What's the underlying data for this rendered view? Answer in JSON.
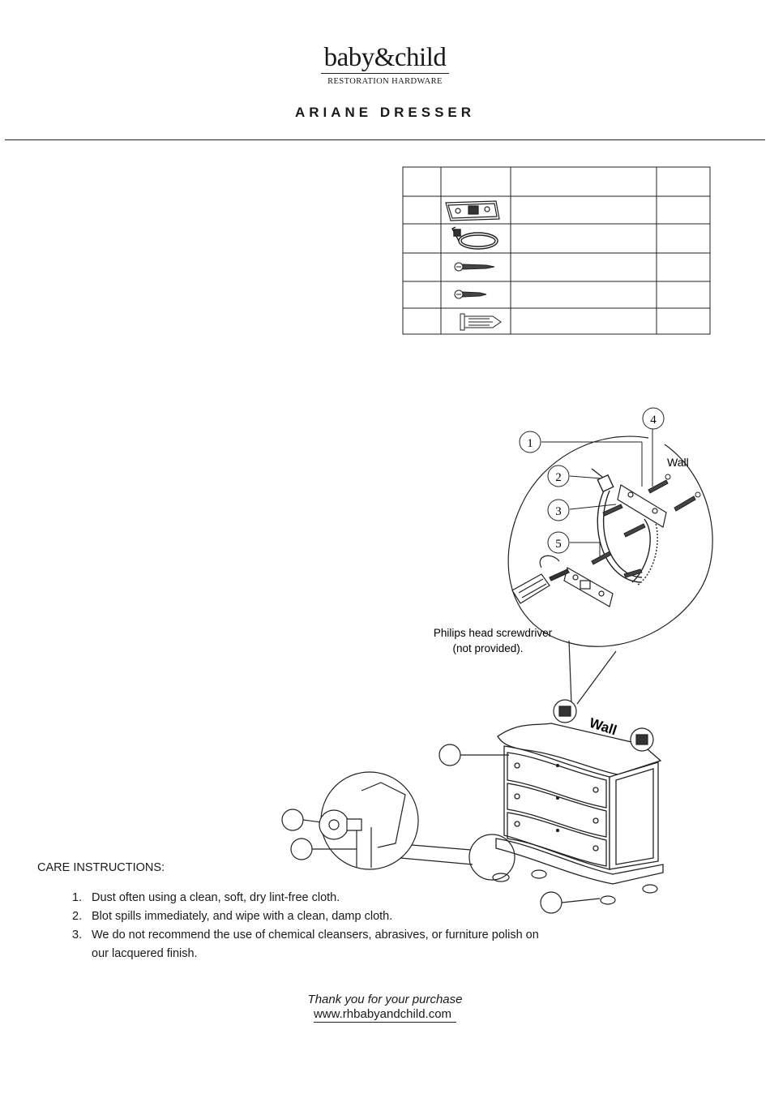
{
  "brand": {
    "name": "baby&child",
    "subtitle": "RESTORATION HARDWARE"
  },
  "document": {
    "title": "ARIANE DRESSER"
  },
  "parts_table": {
    "rows": [
      {
        "icon": "wall-bracket-icon"
      },
      {
        "icon": "cable-tie-icon"
      },
      {
        "icon": "long-screw-icon"
      },
      {
        "icon": "short-screw-icon"
      },
      {
        "icon": "wall-anchor-icon"
      }
    ]
  },
  "diagram": {
    "callouts": [
      "1",
      "2",
      "3",
      "4",
      "5"
    ],
    "wall_label": "Wall",
    "wall_label_dresser": "Wall",
    "tool_line1": "Philips head screwdriver",
    "tool_line2": "(not provided)."
  },
  "care": {
    "title": "CARE INSTRUCTIONS:",
    "items": [
      {
        "num": "1.",
        "text": "Dust often using a clean, soft, dry lint-free cloth."
      },
      {
        "num": "2.",
        "text": "Blot spills immediately, and wipe with a clean, damp cloth."
      },
      {
        "num": "3.",
        "text": "We do not recommend the use of chemical cleansers, abrasives, or furniture polish on our lacquered finish."
      }
    ]
  },
  "footer": {
    "thanks": "Thank you for your purchase",
    "website": "www.rhbabyandchild.com"
  }
}
